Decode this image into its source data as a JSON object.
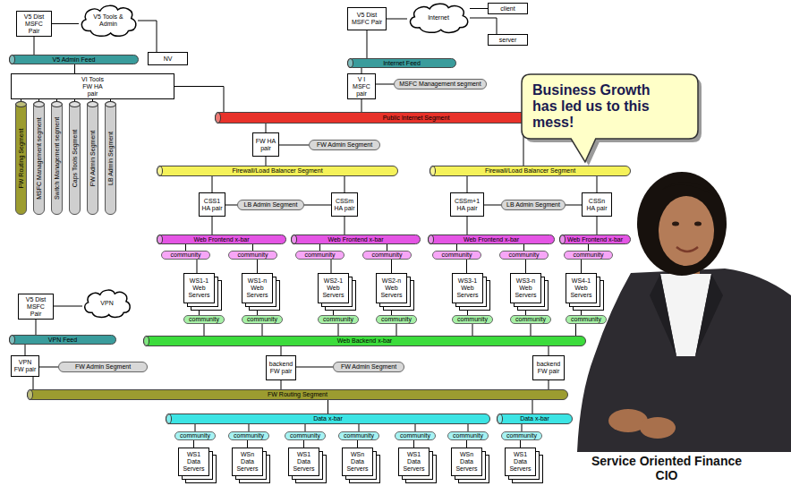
{
  "diagram": {
    "nodes": [
      {
        "text": [
          "V5 Dist MSFC Pair"
        ]
      },
      {
        "text": [
          "V5 Tools & Admin"
        ]
      },
      {
        "text": [
          "NV"
        ]
      },
      {
        "text": [
          "V5 Admin Feed"
        ]
      },
      {
        "text": [
          "VI Tools FW HA pair"
        ]
      },
      {
        "text": [
          "FW Routing Segment"
        ]
      },
      {
        "text": [
          "MSFC Management segment"
        ]
      },
      {
        "text": [
          "Switch Management segment"
        ]
      },
      {
        "text": [
          "Caps Tools Segment"
        ]
      },
      {
        "text": [
          "FW Admin Segment"
        ]
      },
      {
        "text": [
          "LB Admin Segment"
        ]
      },
      {
        "text": [
          "V5 Dist MSFC Pair"
        ]
      },
      {
        "text": [
          "Internet"
        ]
      },
      {
        "text": [
          "client"
        ]
      },
      {
        "text": [
          "server"
        ]
      },
      {
        "text": [
          "Internet Feed"
        ]
      },
      {
        "text": [
          "V I MSFC pair"
        ]
      },
      {
        "text": [
          "MSFC Management segment"
        ]
      },
      {
        "text": [
          "Public Internet Segment"
        ]
      },
      {
        "text": [
          "FW HA pair"
        ]
      },
      {
        "text": [
          "FW Admin Segment"
        ]
      },
      {
        "text": [
          "Firewall/Load Balancer Segment"
        ]
      },
      {
        "text": [
          "Firewall/Load Balancer Segment"
        ]
      },
      {
        "text": [
          "CSS1 HA pair"
        ]
      },
      {
        "text": [
          "LB Admin Segment"
        ]
      },
      {
        "text": [
          "CSSm HA pair"
        ]
      },
      {
        "text": [
          "CSSm+1 HA pair"
        ]
      },
      {
        "text": [
          "LB Admin Segment"
        ]
      },
      {
        "text": [
          "CSSn HA pair"
        ]
      },
      {
        "text": [
          "Web Frontend x-bar"
        ]
      },
      {
        "text": [
          "Web Frontend x-bar"
        ]
      },
      {
        "text": [
          "Web Frontend x-bar"
        ]
      },
      {
        "text": [
          "Web Frontend x-bar"
        ]
      },
      {
        "text": [
          "community"
        ]
      },
      {
        "text": [
          "community"
        ]
      },
      {
        "text": [
          "community"
        ]
      },
      {
        "text": [
          "community"
        ]
      },
      {
        "text": [
          "community"
        ]
      },
      {
        "text": [
          "community"
        ]
      },
      {
        "text": [
          "community"
        ]
      },
      {
        "text": [
          "WS1-1 Web Servers"
        ]
      },
      {
        "text": [
          "WS1-n Web Servers"
        ]
      },
      {
        "text": [
          "WS2-1 Web Servers"
        ]
      },
      {
        "text": [
          "WS2-n Web Servers"
        ]
      },
      {
        "text": [
          "WS3-1 Web Servers"
        ]
      },
      {
        "text": [
          "WS3-n Web Servers"
        ]
      },
      {
        "text": [
          "WS4-1 Web Servers"
        ]
      },
      {
        "text": [
          "community"
        ]
      },
      {
        "text": [
          "community"
        ]
      },
      {
        "text": [
          "community"
        ]
      },
      {
        "text": [
          "community"
        ]
      },
      {
        "text": [
          "community"
        ]
      },
      {
        "text": [
          "community"
        ]
      },
      {
        "text": [
          "community"
        ]
      },
      {
        "text": [
          "Web Backend x-bar"
        ]
      },
      {
        "text": [
          "V5 Dist MSFC Pair"
        ]
      },
      {
        "text": [
          "VPN"
        ]
      },
      {
        "text": [
          "VPN Feed"
        ]
      },
      {
        "text": [
          "VPN FW pair"
        ]
      },
      {
        "text": [
          "FW Admin Segment"
        ]
      },
      {
        "text": [
          "backend FW pair"
        ]
      },
      {
        "text": [
          "FW Admin Segment"
        ]
      },
      {
        "text": [
          "backend FW pair"
        ]
      },
      {
        "text": [
          "FW Routing Segment"
        ]
      },
      {
        "text": [
          "Data x-bar"
        ]
      },
      {
        "text": [
          "Data x-bar"
        ]
      },
      {
        "text": [
          "community"
        ]
      },
      {
        "text": [
          "community"
        ]
      },
      {
        "text": [
          "community"
        ]
      },
      {
        "text": [
          "community"
        ]
      },
      {
        "text": [
          "community"
        ]
      },
      {
        "text": [
          "community"
        ]
      },
      {
        "text": [
          "community"
        ]
      },
      {
        "text": [
          "WS1 Data Servers"
        ]
      },
      {
        "text": [
          "WSn Data Servers"
        ]
      },
      {
        "text": [
          "WS1 Data Servers"
        ]
      },
      {
        "text": [
          "WSn Data Servers"
        ]
      },
      {
        "text": [
          "WS1 Data Servers"
        ]
      },
      {
        "text": [
          "WSn Data Servers"
        ]
      },
      {
        "text": [
          "WS1 Data Servers"
        ]
      },
      {
        "text": [
          "Business Growth has led us to this mess!"
        ]
      }
    ],
    "edges": [
      {
        "from": 0,
        "to": 1,
        "arrow": "none"
      },
      {
        "from": 1,
        "to": 2,
        "arrow": "none"
      },
      {
        "from": 0,
        "to": 3,
        "arrow": "none"
      },
      {
        "from": 3,
        "to": 4,
        "arrow": "none"
      },
      {
        "from": 4,
        "to": 5,
        "arrow": "none"
      },
      {
        "from": 4,
        "to": 6,
        "arrow": "none"
      },
      {
        "from": 4,
        "to": 7,
        "arrow": "none"
      },
      {
        "from": 4,
        "to": 8,
        "arrow": "none"
      },
      {
        "from": 4,
        "to": 9,
        "arrow": "none"
      },
      {
        "from": 4,
        "to": 10,
        "arrow": "none"
      },
      {
        "from": 4,
        "to": 18,
        "arrow": "none"
      },
      {
        "from": 11,
        "to": 12,
        "arrow": "none"
      },
      {
        "from": 12,
        "to": 13,
        "arrow": "none"
      },
      {
        "from": 12,
        "to": 14,
        "arrow": "none"
      },
      {
        "from": 11,
        "to": 15,
        "arrow": "none"
      },
      {
        "from": 15,
        "to": 16,
        "arrow": "none"
      },
      {
        "from": 16,
        "to": 17,
        "arrow": "none"
      },
      {
        "from": 16,
        "to": 18,
        "arrow": "none"
      },
      {
        "from": 18,
        "to": 19,
        "arrow": "none"
      },
      {
        "from": 19,
        "to": 20,
        "arrow": "none"
      },
      {
        "from": 19,
        "to": 21,
        "arrow": "none"
      },
      {
        "from": 18,
        "to": 22,
        "arrow": "none"
      },
      {
        "from": 21,
        "to": 23,
        "arrow": "none"
      },
      {
        "from": 21,
        "to": 25,
        "arrow": "none"
      },
      {
        "from": 23,
        "to": 24,
        "arrow": "none"
      },
      {
        "from": 24,
        "to": 25,
        "arrow": "none"
      },
      {
        "from": 22,
        "to": 26,
        "arrow": "none"
      },
      {
        "from": 22,
        "to": 28,
        "arrow": "none"
      },
      {
        "from": 26,
        "to": 27,
        "arrow": "none"
      },
      {
        "from": 27,
        "to": 28,
        "arrow": "none"
      },
      {
        "from": 23,
        "to": 29,
        "arrow": "none"
      },
      {
        "from": 25,
        "to": 30,
        "arrow": "none"
      },
      {
        "from": 26,
        "to": 31,
        "arrow": "none"
      },
      {
        "from": 28,
        "to": 32,
        "arrow": "none"
      },
      {
        "from": 29,
        "to": 33,
        "arrow": "none"
      },
      {
        "from": 29,
        "to": 34,
        "arrow": "none"
      },
      {
        "from": 30,
        "to": 35,
        "arrow": "none"
      },
      {
        "from": 30,
        "to": 36,
        "arrow": "none"
      },
      {
        "from": 31,
        "to": 37,
        "arrow": "none"
      },
      {
        "from": 31,
        "to": 38,
        "arrow": "none"
      },
      {
        "from": 32,
        "to": 39,
        "arrow": "none"
      },
      {
        "from": 33,
        "to": 40,
        "arrow": "none"
      },
      {
        "from": 34,
        "to": 41,
        "arrow": "none"
      },
      {
        "from": 35,
        "to": 42,
        "arrow": "none"
      },
      {
        "from": 36,
        "to": 43,
        "arrow": "none"
      },
      {
        "from": 37,
        "to": 44,
        "arrow": "none"
      },
      {
        "from": 38,
        "to": 45,
        "arrow": "none"
      },
      {
        "from": 39,
        "to": 46,
        "arrow": "none"
      },
      {
        "from": 40,
        "to": 47,
        "arrow": "none"
      },
      {
        "from": 41,
        "to": 48,
        "arrow": "none"
      },
      {
        "from": 42,
        "to": 49,
        "arrow": "none"
      },
      {
        "from": 43,
        "to": 50,
        "arrow": "none"
      },
      {
        "from": 44,
        "to": 51,
        "arrow": "none"
      },
      {
        "from": 45,
        "to": 52,
        "arrow": "none"
      },
      {
        "from": 46,
        "to": 53,
        "arrow": "none"
      },
      {
        "from": 47,
        "to": 54,
        "arrow": "none"
      },
      {
        "from": 48,
        "to": 54,
        "arrow": "none"
      },
      {
        "from": 49,
        "to": 54,
        "arrow": "none"
      },
      {
        "from": 50,
        "to": 54,
        "arrow": "none"
      },
      {
        "from": 51,
        "to": 54,
        "arrow": "none"
      },
      {
        "from": 52,
        "to": 54,
        "arrow": "none"
      },
      {
        "from": 53,
        "to": 54,
        "arrow": "none"
      },
      {
        "from": 55,
        "to": 56,
        "arrow": "none"
      },
      {
        "from": 55,
        "to": 57,
        "arrow": "none"
      },
      {
        "from": 57,
        "to": 58,
        "arrow": "none"
      },
      {
        "from": 58,
        "to": 59,
        "arrow": "none"
      },
      {
        "from": 58,
        "to": 63,
        "arrow": "none"
      },
      {
        "from": 54,
        "to": 60,
        "arrow": "none"
      },
      {
        "from": 60,
        "to": 61,
        "arrow": "none"
      },
      {
        "from": 60,
        "to": 63,
        "arrow": "none"
      },
      {
        "from": 54,
        "to": 62,
        "arrow": "none"
      },
      {
        "from": 62,
        "to": 63,
        "arrow": "none"
      },
      {
        "from": 63,
        "to": 64,
        "arrow": "none"
      },
      {
        "from": 63,
        "to": 65,
        "arrow": "none"
      },
      {
        "from": 64,
        "to": 66,
        "arrow": "none"
      },
      {
        "from": 64,
        "to": 67,
        "arrow": "none"
      },
      {
        "from": 64,
        "to": 68,
        "arrow": "none"
      },
      {
        "from": 64,
        "to": 69,
        "arrow": "none"
      },
      {
        "from": 64,
        "to": 70,
        "arrow": "none"
      },
      {
        "from": 64,
        "to": 71,
        "arrow": "none"
      },
      {
        "from": 65,
        "to": 72,
        "arrow": "none"
      },
      {
        "from": 66,
        "to": 73,
        "arrow": "none"
      },
      {
        "from": 67,
        "to": 74,
        "arrow": "none"
      },
      {
        "from": 68,
        "to": 75,
        "arrow": "none"
      },
      {
        "from": 69,
        "to": 76,
        "arrow": "none"
      },
      {
        "from": 70,
        "to": 77,
        "arrow": "none"
      },
      {
        "from": 71,
        "to": 78,
        "arrow": "none"
      },
      {
        "from": 72,
        "to": 79,
        "arrow": "none"
      }
    ],
    "labels": [
      "Service Oriented Finance CIO"
    ]
  }
}
